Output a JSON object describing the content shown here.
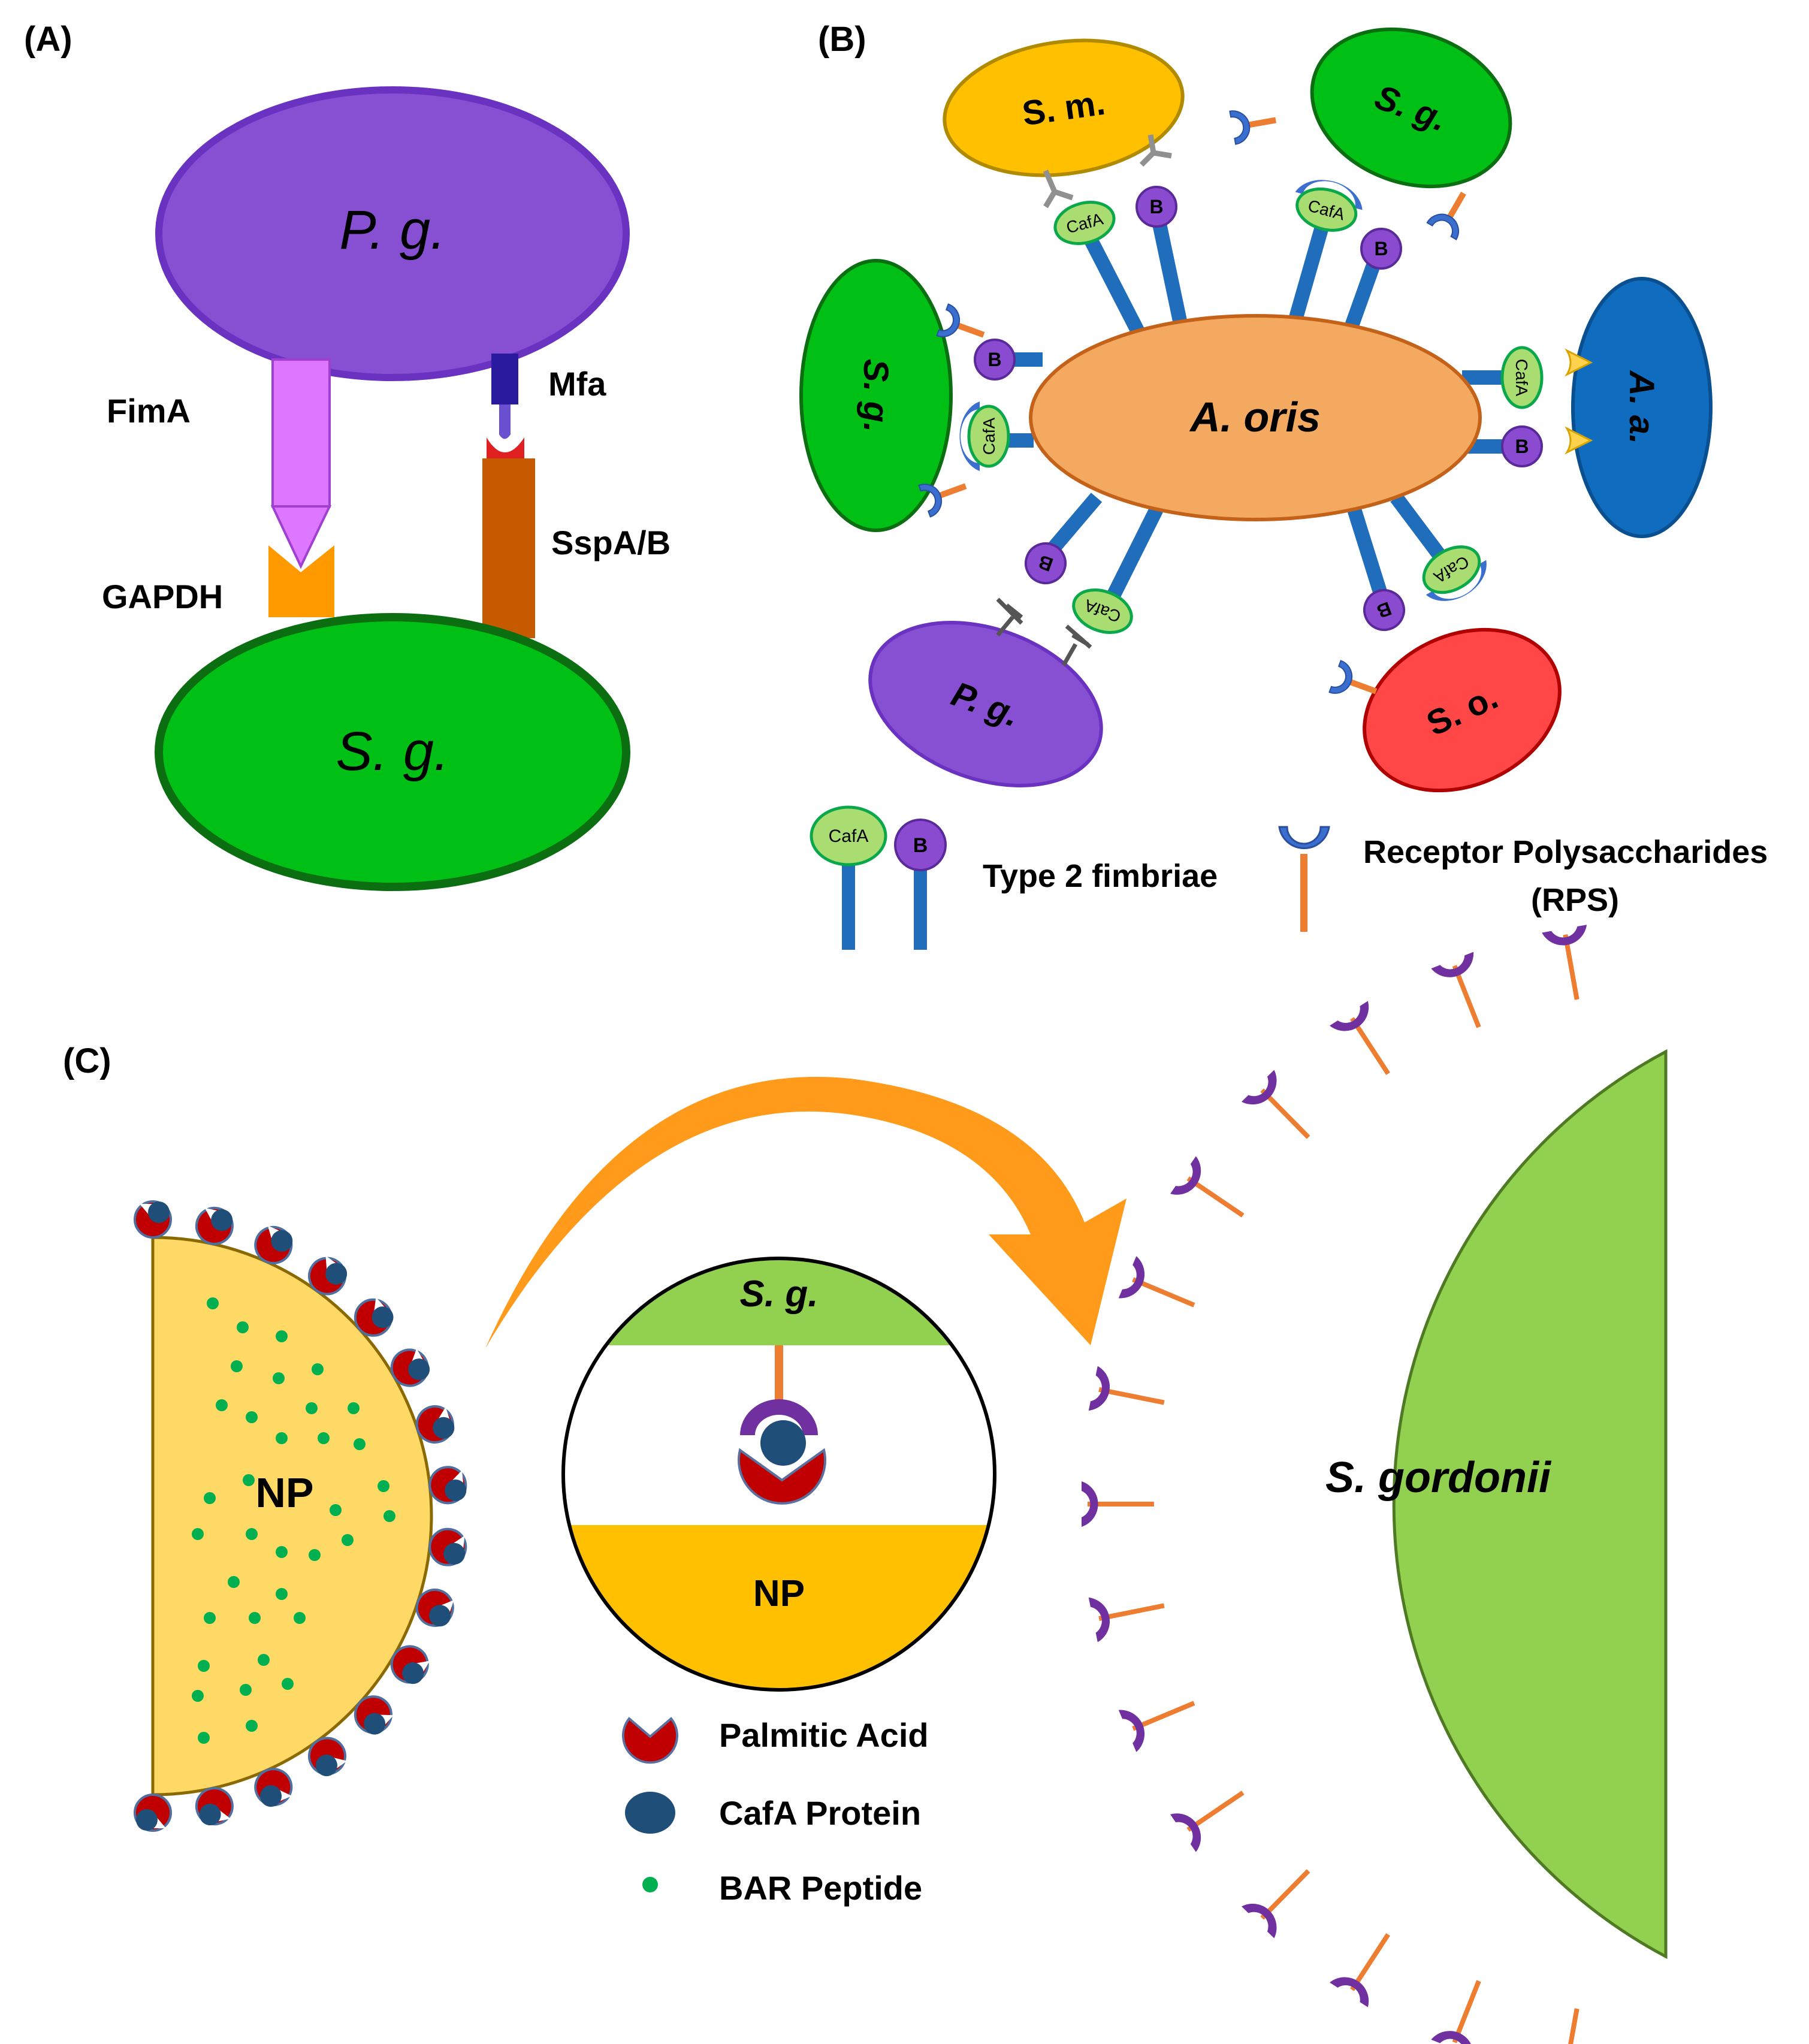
{
  "panels": {
    "a": {
      "panel_label": "(A)",
      "pg_label": "P. g.",
      "sg_label": "S. g.",
      "fima_label": "FimA",
      "mfa_label": "Mfa",
      "gapdh_label": "GAPDH",
      "sspab_label": "SspA/B"
    },
    "b": {
      "panel_label": "(B)",
      "center_label": "A. oris",
      "sm_label": "S. m.",
      "sg_top_label": "S. g.",
      "sg_left_label": "S. g.",
      "aa_label": "A. a.",
      "pg_label": "P. g.",
      "so_label": "S. o.",
      "cafa_text": "CafA",
      "b_text": "B",
      "legend_fimbriae": "Type 2 fimbriae",
      "legend_rps_line1": "Receptor Polysaccharides",
      "legend_rps_line2": "(RPS)"
    },
    "c": {
      "panel_label": "(C)",
      "np_label": "NP",
      "inset_sg_label": "S. g.",
      "inset_np_label": "NP",
      "gordonii_label": "S. gordonii",
      "legend_palmitic": "Palmitic Acid",
      "legend_cafa": "CafA Protein",
      "legend_bar": "BAR Peptide"
    }
  },
  "colors": {
    "pg": "#8750d3",
    "sg": "#00bf15",
    "fima": "#dd77ff",
    "mfa": "#2a1a9e",
    "gapdh": "#ff9900",
    "sspab": "#c55a00",
    "aoris": "#f4a961",
    "sm": "#ffc000",
    "aa": "#0f6cbf",
    "so": "#ff4747",
    "cafa": "#a9dc71",
    "fimbriae_stalk": "#1f6dbb",
    "rps": "#ed7d31",
    "np": "#ffd966",
    "gordonii": "#92d050",
    "palmitic": "#c00000",
    "cafa_protein": "#1f4e79",
    "bar_peptide": "#00b050",
    "arrow": "#ff9a1a",
    "receptor_purple": "#7030a0"
  }
}
